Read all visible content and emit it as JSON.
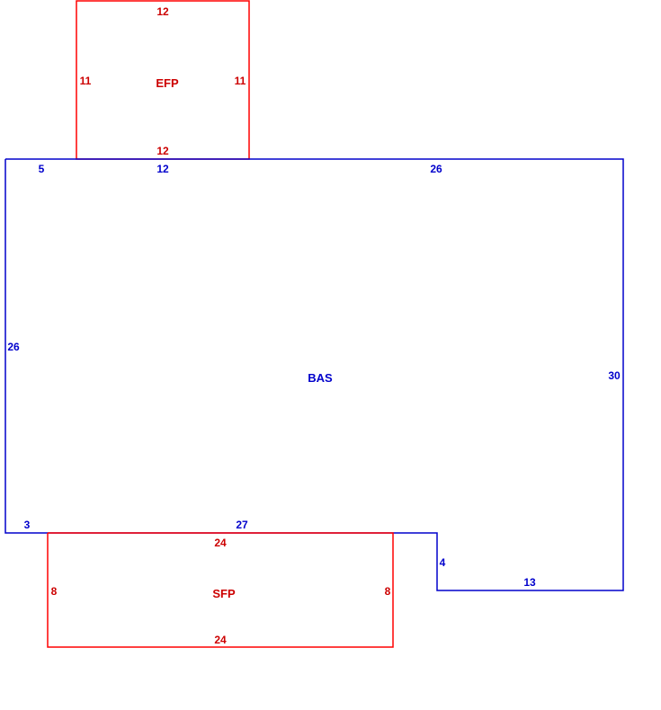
{
  "colors": {
    "primary_line": "#0000cc",
    "secondary_line": "#ff0000",
    "primary_text": "#0000cc",
    "secondary_text": "#cc0000",
    "background": "#ffffff"
  },
  "areas": {
    "efp": {
      "name": "EFP",
      "dims": {
        "top": "12",
        "bottom": "12",
        "left": "11",
        "right": "11"
      }
    },
    "bas": {
      "name": "BAS",
      "dims": {
        "top_left_segment": "5",
        "top_middle_segment": "12",
        "top_right_segment": "26",
        "left": "26",
        "right": "30",
        "bottom_left_segment": "3",
        "bottom_middle_segment": "27",
        "step_vertical": "4",
        "step_bottom": "13"
      }
    },
    "sfp": {
      "name": "SFP",
      "dims": {
        "top": "24",
        "bottom": "24",
        "left": "8",
        "right": "8"
      }
    }
  }
}
